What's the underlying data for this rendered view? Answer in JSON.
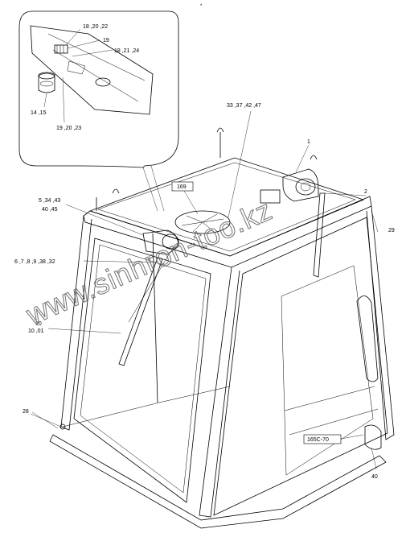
{
  "header_mark": "*",
  "watermark": "www.sinhron-too.kz",
  "callouts": {
    "c1": "18 ,20 ,22",
    "c2": "19",
    "c3": "18 ,21 ,24",
    "c4": "14 ,15",
    "c5": "19 ,20 ,23",
    "c6": "33 ,37 ,42 ,47",
    "c7": "1",
    "c8": "169",
    "c9": "2",
    "c10": "5 ,34 ,43",
    "c11": "40 ,45",
    "c12": "29",
    "c13": "6 ,7 ,8 ,9 ,38 ,32",
    "c14": "10",
    "c15": "10 ,01",
    "c16": "28",
    "c17": "165C-70",
    "c18": "40"
  }
}
